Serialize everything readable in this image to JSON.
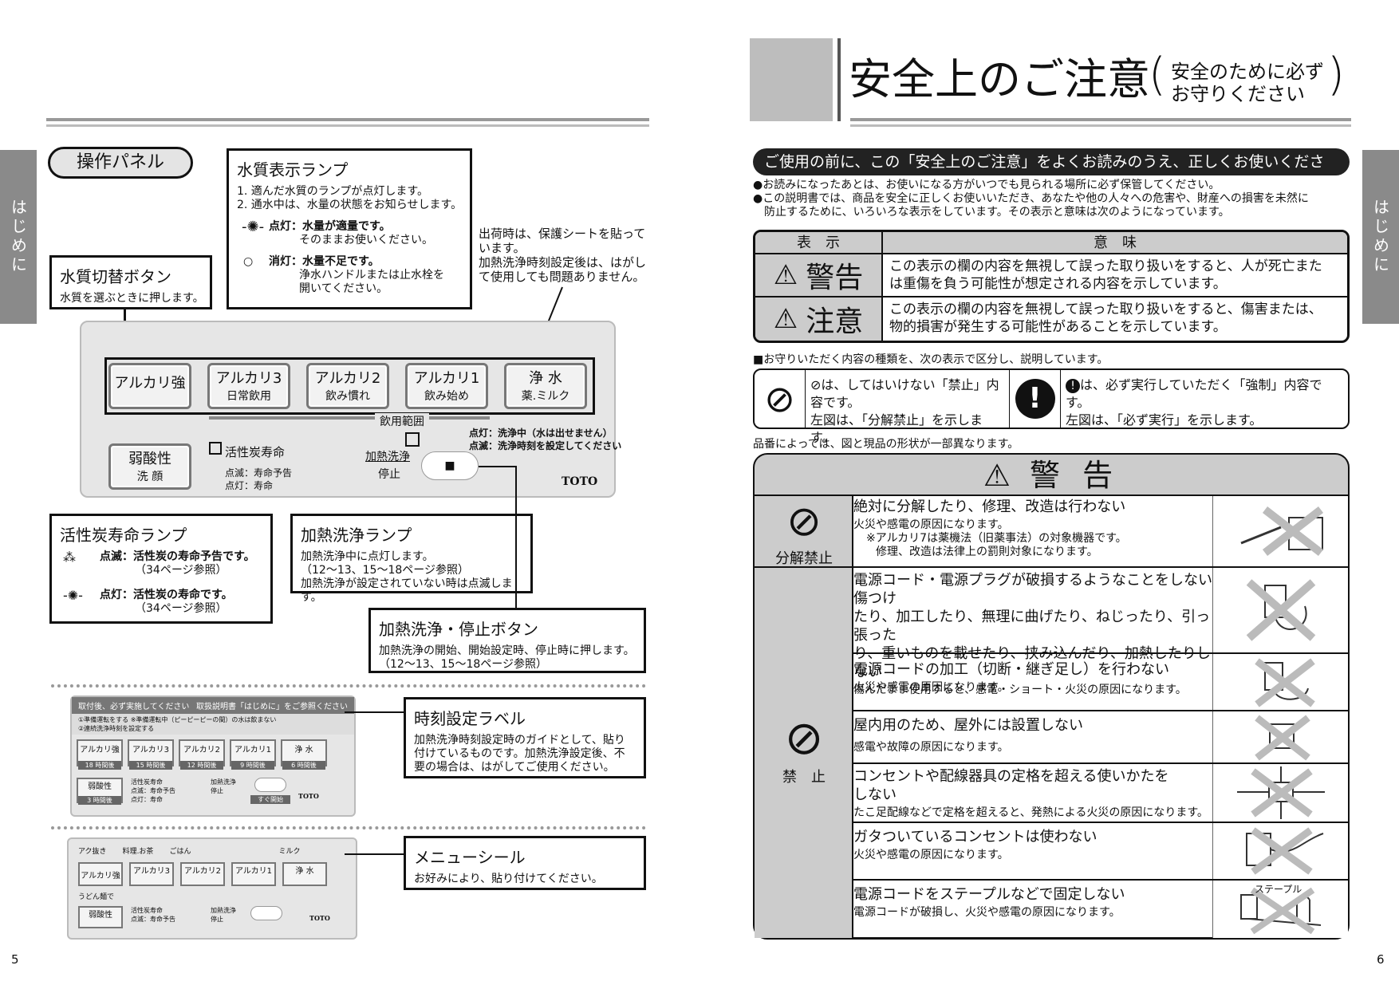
{
  "left": {
    "side_tab": "はじめに",
    "page_number": "5",
    "panel_title": "操作パネル",
    "water_lamp": {
      "title": "水質表示ランプ",
      "lines": [
        "1. 適んだ水質のランプが点灯します。",
        "2. 通水中は、水量の状態をお知らせします。"
      ],
      "on_label": "点灯",
      "on_text1": "：水量が適量です。",
      "on_text2": "そのままお使いください。",
      "off_label": "消灯",
      "off_text1": "：水量不足です。",
      "off_text2": "浄水ハンドルまたは止水栓を",
      "off_text3": "開いてください。"
    },
    "shipping_note": [
      "出荷時は、保護シートを貼って",
      "います。",
      "加熱洗浄時刻設定後は、はがし",
      "て使用しても問題ありません。"
    ],
    "switch_btn": {
      "title": "水質切替ボタン",
      "text": "水質を選ぶときに押します。"
    },
    "panel_buttons": [
      {
        "label": "アルカリ強",
        "sub": ""
      },
      {
        "label": "アルカリ3",
        "sub": "日常飲用"
      },
      {
        "label": "アルカリ2",
        "sub": "飲み慣れ"
      },
      {
        "label": "アルカリ1",
        "sub": "飲み始め"
      },
      {
        "label": "浄 水",
        "sub": "薬.ミルク"
      }
    ],
    "weak_acid": {
      "label": "弱酸性",
      "sub": "洗 顔"
    },
    "drink_range": "飲用範囲",
    "carbon_label": "活性炭寿命",
    "carbon_blink": "点滅：寿命予告",
    "carbon_on": "点灯：寿命",
    "heat_on": "点灯：洗浄中（水は出せません）",
    "heat_blink": "点滅：洗浄時刻を設定してください",
    "heat_wash": "加熱洗浄",
    "stop": "停止",
    "brand": "TOTO",
    "carbon_lamp": {
      "title": "活性炭寿命ランプ",
      "blink_label": "点滅",
      "blink_text": "：活性炭の寿命予告です。",
      "blink_ref": "（34ページ参照）",
      "on_label": "点灯",
      "on_text": "：活性炭の寿命です。",
      "on_ref": "（34ページ参照）"
    },
    "heat_lamp": {
      "title": "加熱洗浄ランプ",
      "lines": [
        "加熱洗浄中に点灯します。",
        "（12〜13、15〜18ページ参照）",
        "加熱洗浄が設定されていない時は点滅します。"
      ]
    },
    "heat_btn": {
      "title": "加熱洗浄・停止ボタン",
      "lines": [
        "加熱洗浄の開始、開始設定時、停止時に押します。",
        "（12〜13、15〜18ページ参照）"
      ]
    },
    "time_label": {
      "title": "時刻設定ラベル",
      "lines": [
        "加熱洗浄時刻設定時のガイドとして、貼り",
        "付けているものです。加熱洗浄設定後、不",
        "要の場合は、はがしてご使用ください。"
      ]
    },
    "menu_seal": {
      "title": "メニューシール",
      "text": "お好みにより、貼り付けてください。"
    },
    "mini1_header": "取付後、必ず実施してください",
    "mini1_ref": "取扱説明書「はじめに」をご参照ください",
    "mini1_notes": [
      "①準備運転をする ※準備運転中（ピーピーピーの間）の水は飲まない",
      "②連続洗浄時刻を設定する"
    ],
    "mini_tags": [
      "18 時間後",
      "15 時間後",
      "12 時間後",
      "9 時間後",
      "6 時間後",
      "3 時間後",
      "すぐ開始"
    ],
    "mini2_menu": [
      "アク抜き",
      "料理.お茶",
      "ごはん",
      "ミルク"
    ],
    "udon": "うどん麺で"
  },
  "right": {
    "side_tab": "はじめに",
    "page_number": "6",
    "title": "安全上のご注意",
    "subtitle_1": "安全のために必ず",
    "subtitle_2": "お守りください",
    "banner": "ご使用の前に、この「安全上のご注意」をよくお読みのうえ、正しくお使いください。",
    "bullets": [
      "●お読みになったあとは、お使いになる方がいつでも見られる場所に必ず保管してください。",
      "●この説明書では、商品を安全に正しくお使いいただき、あなたや他の人々への危害や、財産への損害を未然に",
      "　防止するために、いろいろな表示をしています。その表示と意味は次のようになっています。"
    ],
    "table_head": [
      "表　示",
      "意　味"
    ],
    "table_rows": [
      {
        "label": "警告",
        "text1": "この表示の欄の内容を無視して誤った取り扱いをすると、人が死亡また",
        "text2": "は重傷を負う可能性が想定される内容を示しています。"
      },
      {
        "label": "注意",
        "text1": "この表示の欄の内容を無視して誤った取り扱いをすると、傷害または、",
        "text2": "物的損害が発生する可能性があることを示しています。"
      }
    ],
    "kinds_note": "■お守りいただく内容の種類を、次の表示で区分し、説明しています。",
    "prohibit_text1": "は、してはいけない「禁止」内容です。",
    "prohibit_text2": "左図は、「分解禁止」を示します。",
    "mandatory_text1": "は、必ず実行していただく「強制」内容です。",
    "mandatory_text2": "左図は、「必ず実行」を示します。",
    "model_note": "品番によっては、図と現品の形状が一部異なります。",
    "warning_title": "警 告",
    "disassembly_label": "分解禁止",
    "prohibit_label": "禁　止",
    "staple_label": "ステープル",
    "warnings": [
      {
        "title": "絶対に分解したり、修理、改造は行わない",
        "subs": [
          "火災や感電の原因になります。",
          "※アルカリ7は薬機法（旧薬事法）の対象機器です。",
          "修理、改造は法律上の罰則対象になります。"
        ]
      },
      {
        "title": "電源コード・電源プラグが破損するようなことをしない傷つけ",
        "title2": "たり、加工したり、無理に曲げたり、ねじったり、引っ張った",
        "title3": "り、重いものを載せたり、挟み込んだり、加熱したりしない",
        "subs": [
          "傷んだまま使用すると、感電・ショート・火災の原因になります。"
        ]
      },
      {
        "title": "電源コードの加工（切断・継ぎ足し）を行わない",
        "subs": [
          "火災や感電の原因になります。"
        ]
      },
      {
        "title": "屋内用のため、屋外には設置しない",
        "subs": [
          "感電や故障の原因になります。"
        ]
      },
      {
        "title": "コンセントや配線器具の定格を超える使いかたを",
        "title2": "しない",
        "subs": [
          "たこ足配線などで定格を超えると、発熱による火災の原因になります。"
        ]
      },
      {
        "title": "ガタついているコンセントは使わない",
        "subs": [
          "火災や感電の原因になります。"
        ]
      },
      {
        "title": "電源コードをステープルなどで固定しない",
        "subs": [
          "電源コードが破損し、火災や感電の原因になります。"
        ]
      }
    ]
  }
}
